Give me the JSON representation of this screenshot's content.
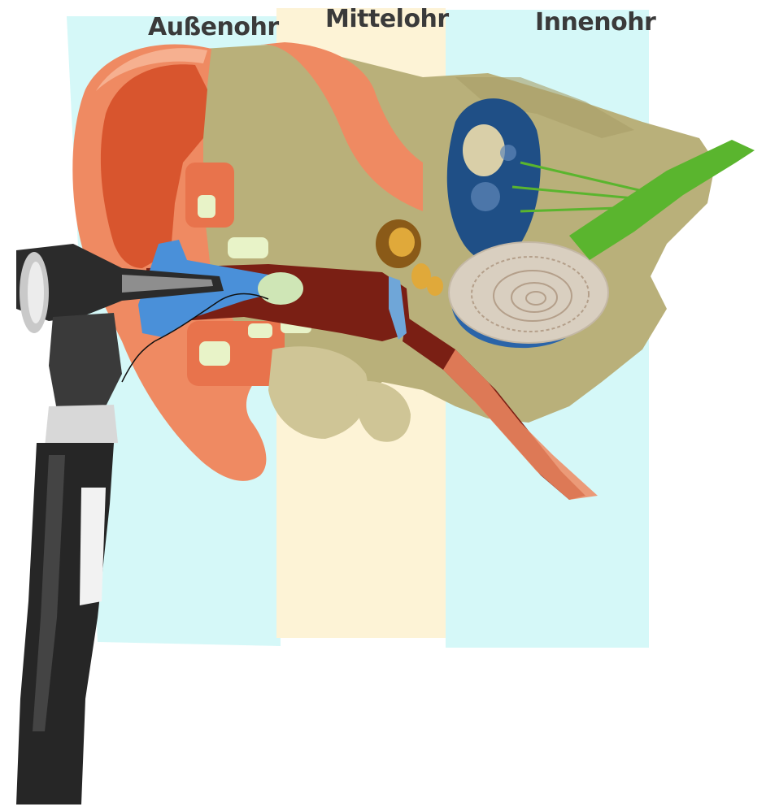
{
  "labels": {
    "outer_ear": "Außenohr",
    "middle_ear": "Mittelohr",
    "inner_ear": "Innenohr"
  },
  "colors": {
    "outer_ear_zone": "#d5f8f8",
    "middle_ear_zone": "#fdf3d6",
    "inner_ear_zone": "#d5f8f8",
    "skin": "#ef8a62",
    "bone": "#b9b07a",
    "canal": "#7a1f14",
    "cochlea": "#d9cfc0",
    "labyrinth": "#1f4f86",
    "nerve": "#5ab52e",
    "earplug": "#4a90d9",
    "otoscope": "#2b2b2b"
  },
  "icons": {
    "otoscope": "otoscope-icon"
  }
}
